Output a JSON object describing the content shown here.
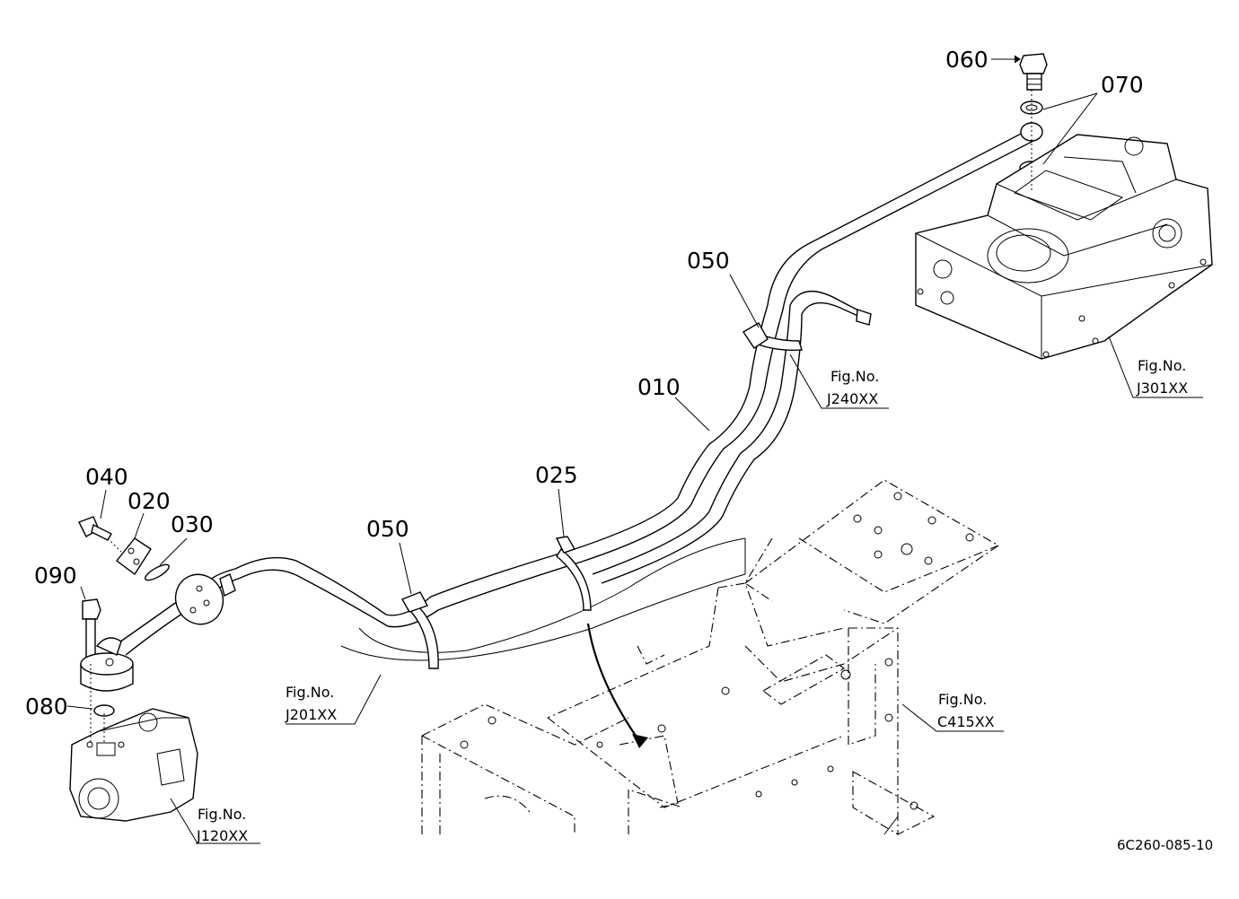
{
  "callouts": {
    "p010": "010",
    "p020": "020",
    "p025": "025",
    "p030": "030",
    "p040": "040",
    "p050a": "050",
    "p050b": "050",
    "p060": "060",
    "p070": "070",
    "p080": "080",
    "p090": "090"
  },
  "figrefs": {
    "j240": {
      "label": "Fig.No.",
      "code": "J240XX"
    },
    "j301": {
      "label": "Fig.No.",
      "code": "J301XX"
    },
    "j201": {
      "label": "Fig.No.",
      "code": "J201XX"
    },
    "c415": {
      "label": "Fig.No.",
      "code": "C415XX"
    },
    "j120": {
      "label": "Fig.No.",
      "code": "J120XX"
    }
  },
  "diagram_ref": "6C260-085-10"
}
